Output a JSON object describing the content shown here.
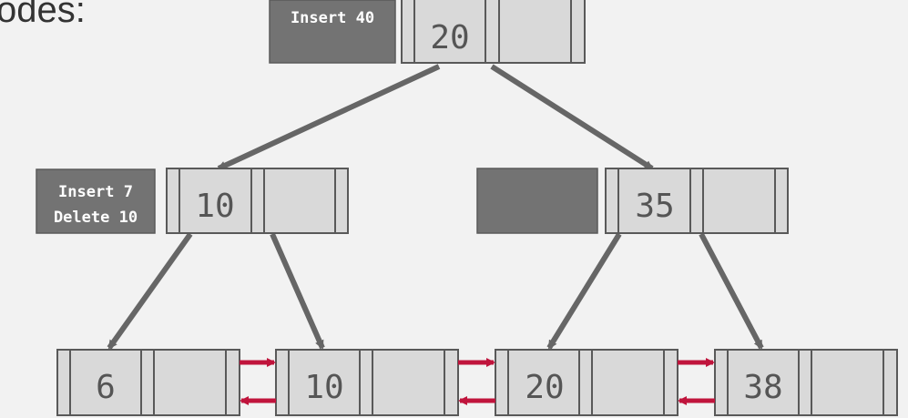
{
  "colors": {
    "background": "#f2f2f2",
    "node_fill": "#d9d9d9",
    "node_stroke": "#595959",
    "edge": "#666666",
    "buffer_fill": "#737373",
    "buffer_stroke": "#5a5a5a",
    "sibling_arrow": "#c0143c",
    "key_text": "#555555",
    "buffer_text": "#ffffff"
  },
  "heading_fragment": "odes:",
  "root": {
    "key": "20",
    "buffer": [
      "Insert 40"
    ]
  },
  "inner": [
    {
      "key": "10",
      "buffer": [
        "Insert 7",
        "Delete 10"
      ]
    },
    {
      "key": "35",
      "buffer": []
    }
  ],
  "leaves": [
    {
      "key": "6"
    },
    {
      "key": "10"
    },
    {
      "key": "20"
    },
    {
      "key": "38"
    }
  ]
}
